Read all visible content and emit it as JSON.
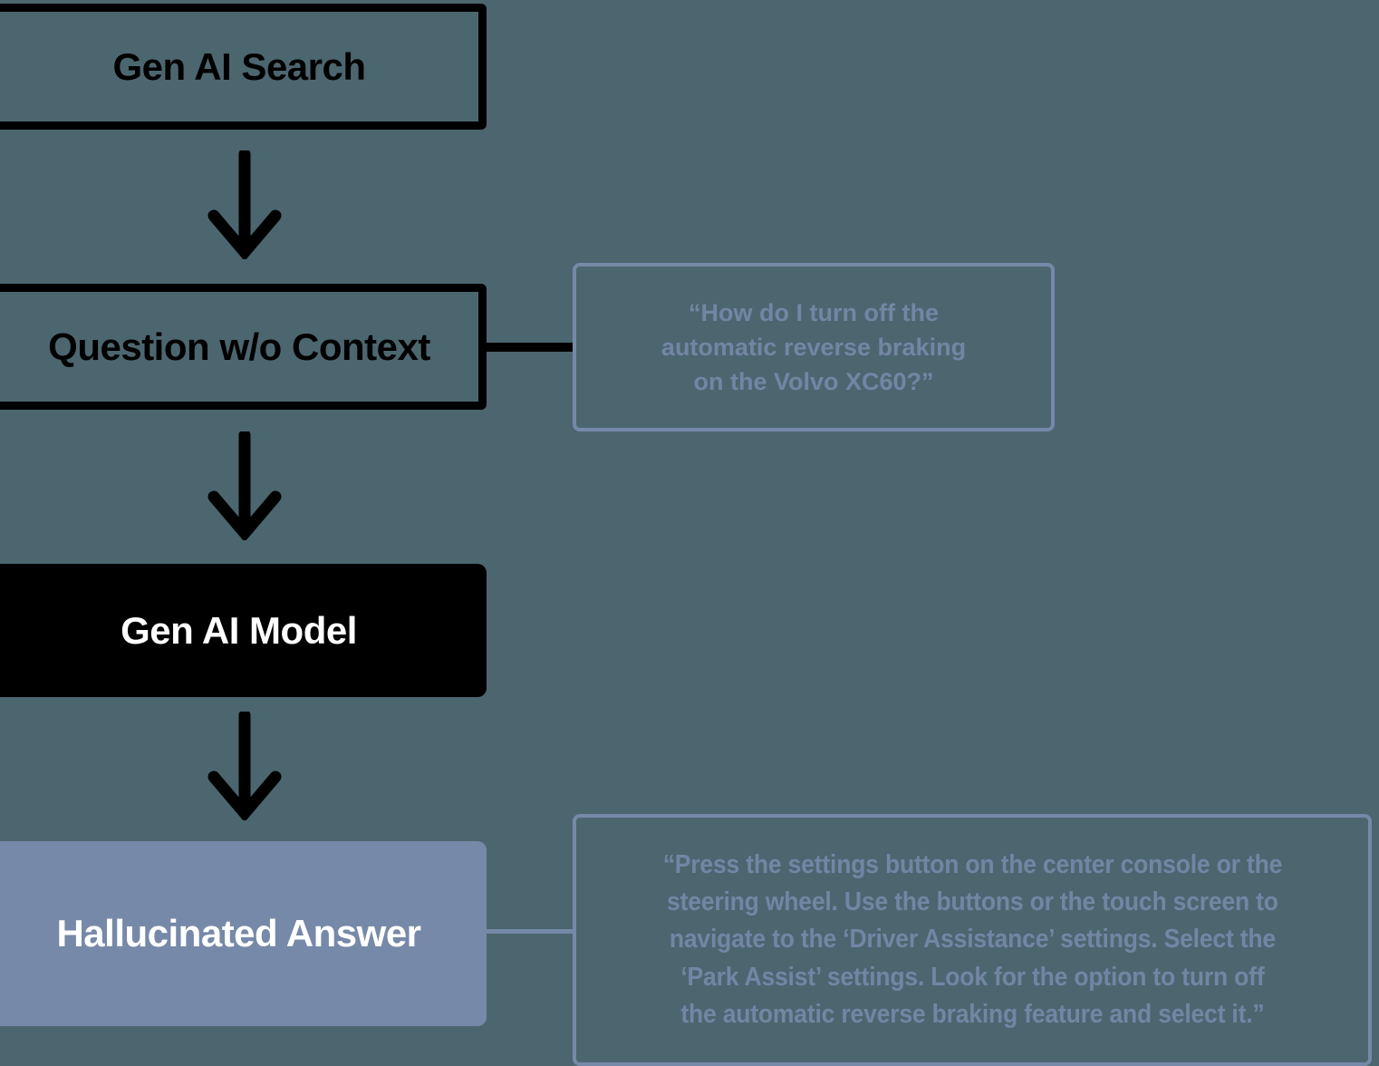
{
  "diagram": {
    "title": "Gen AI Search hallucination flow",
    "background_color": "#4C6670",
    "accent_blue": "#7689A8",
    "black": "#000000",
    "white": "#FFFFFF"
  },
  "nodes": {
    "gen_ai_search": {
      "label": "Gen AI Search",
      "style": "outline-black"
    },
    "question_no_context": {
      "label": "Question w/o Context",
      "style": "outline-black"
    },
    "gen_ai_model": {
      "label": "Gen AI Model",
      "style": "solid-black"
    },
    "hallucinated_answer": {
      "label": "Hallucinated Answer",
      "style": "solid-blue"
    }
  },
  "callouts": {
    "question": {
      "text": "“How do I turn off the automatic reverse braking on the Volvo XC60?”",
      "lines": [
        "“How do I turn off the",
        "automatic reverse braking",
        "on the Volvo XC60?”"
      ],
      "style": "outline-blue"
    },
    "answer": {
      "text": "“Press the settings button on the center console or the steering wheel. Use the buttons or the touch screen to navigate to the ‘Driver Assistance’ settings. Select the ‘Park Assist’ settings. Look for the option to turn off the automatic reverse braking feature and select it.”",
      "lines": [
        "“Press the settings button on the center console or the",
        "steering wheel. Use the buttons or the touch screen to",
        "navigate to the ‘Driver Assistance’ settings. Select the",
        "‘Park Assist’ settings. Look for the option to turn off",
        "the automatic reverse braking feature and select it.”"
      ],
      "style": "outline-blue"
    }
  },
  "connectors": {
    "arrow_1": "arrow-down-icon",
    "arrow_2": "arrow-down-icon",
    "arrow_3": "arrow-down-icon",
    "question_link": "horizontal-line-black",
    "answer_link": "horizontal-line-blue"
  }
}
